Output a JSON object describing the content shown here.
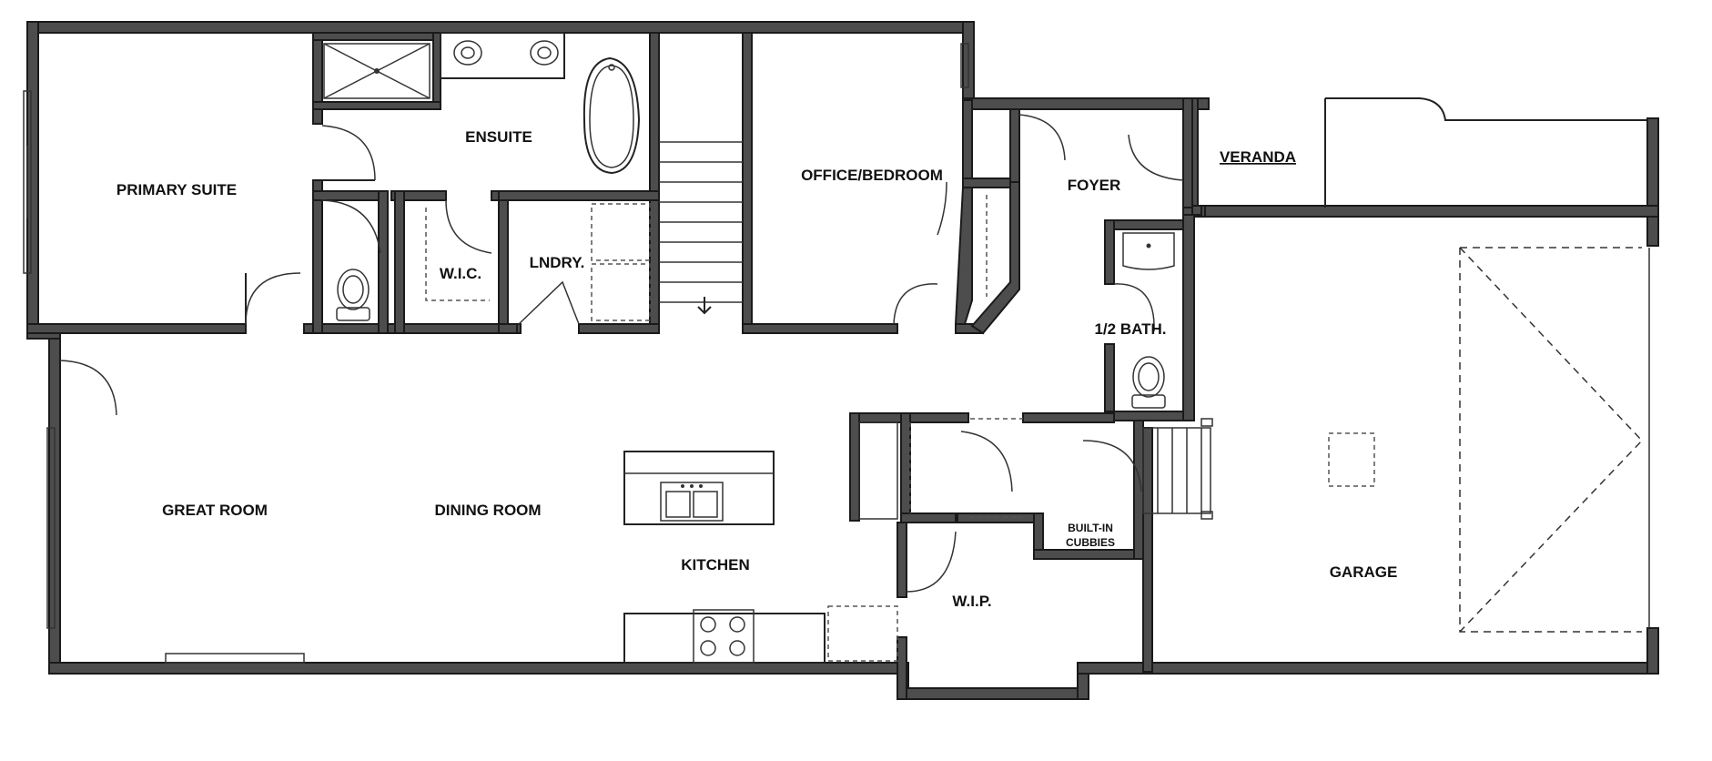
{
  "rooms": {
    "primary_suite": "PRIMARY SUITE",
    "ensuite": "ENSUITE",
    "wic": "W.I.C.",
    "laundry": "LNDRY.",
    "office_bedroom": "OFFICE/BEDROOM",
    "foyer": "FOYER",
    "veranda": "VERANDA",
    "half_bath": "1/2 BATH.",
    "great_room": "GREAT ROOM",
    "dining_room": "DINING ROOM",
    "kitchen": "KITCHEN",
    "builtin_cubbies_line1": "BUILT-IN",
    "builtin_cubbies_line2": "CUBBIES",
    "wip": "W.I.P.",
    "garage": "GARAGE"
  },
  "symbols": {
    "stair_arrow": "down-arrow-icon"
  }
}
